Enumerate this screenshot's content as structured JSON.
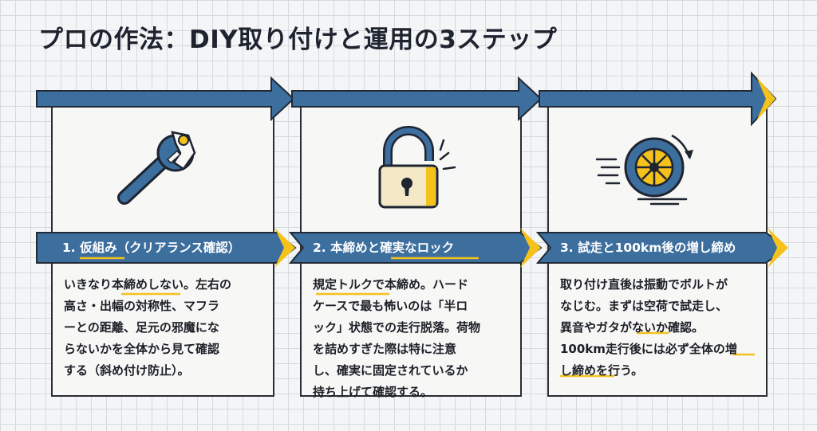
{
  "title": "プロの作法：DIY取り付けと運用の3ステップ",
  "colors": {
    "arrow": "#3c6e9e",
    "accent": "#f5c21c",
    "border": "#2b2d33"
  },
  "steps": [
    {
      "icon": "wrench-icon",
      "label": "1. 仮組み（クリアランス確認）",
      "text": "いきなり本締めしない。左右の\n高さ・出幅の対称性、マフラ\nーとの距離、足元の邪魔にな\nらないかを全体から見て確認\nする（斜め付け防止）。"
    },
    {
      "icon": "padlock-icon",
      "label": "2. 本締めと確実なロック",
      "text": "規定トルクで本締め。ハード\nケースで最も怖いのは「半ロ\nック」状態での走行脱落。荷物\nを詰めすぎた際は特に注意\nし、確実に固定されているか\n持ち上げて確認する。"
    },
    {
      "icon": "spinning-tire-icon",
      "label": "3. 試走と100km後の増し締め",
      "text": "取り付け直後は振動でボルトが\nなじむ。まずは空荷で試走し、\n異音やガタがないか確認。\n100km走行後には必ず全体の増\nし締めを行う。"
    }
  ]
}
